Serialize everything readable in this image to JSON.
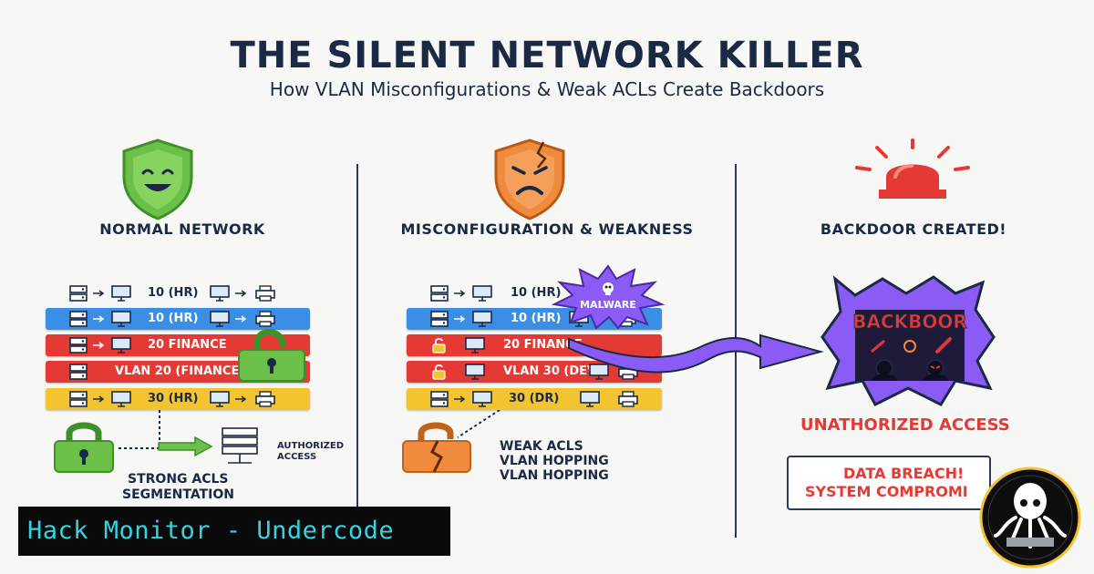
{
  "header": {
    "title": "THE SILENT NETWORK KILLER",
    "subtitle": "How VLAN Misconfigurations & Weak ACLs Create Backdoors"
  },
  "columns": [
    {
      "heading": "NORMAL NETWORK",
      "icon": "happy-shield-icon",
      "color": "#6cc04a",
      "rows": [
        {
          "label": "10 (HR)",
          "color": "none"
        },
        {
          "label": "10 (HR)",
          "color": "#3a8ee6"
        },
        {
          "label": "20 FINANCE",
          "color": "#e53935"
        },
        {
          "label": "VLAN 20 (FINANCE",
          "color": "#e53935"
        },
        {
          "label": "30 (HR)",
          "color": "#f4c430"
        }
      ],
      "flow_label": "AUTHORIZED\nACCESS",
      "caption": [
        "STRONG ACLS",
        "SEGMENTATION"
      ]
    },
    {
      "heading": "MISCONFIGURATION & WEAKNESS",
      "icon": "angry-cracked-shield-icon",
      "color": "#f08a3c",
      "rows": [
        {
          "label": "10 (HR)",
          "color": "none"
        },
        {
          "label": "10 (HR)",
          "color": "#3a8ee6"
        },
        {
          "label": "20 FINANCE",
          "color": "#e53935"
        },
        {
          "label": "VLAN 30 (DEV",
          "color": "#e53935"
        },
        {
          "label": "30 (DR)",
          "color": "#f4c430"
        }
      ],
      "malware_label": "MALWARE",
      "caption": [
        "WEAK ACLS",
        "VLAN HOPPING",
        "VLAN HOPPING"
      ]
    },
    {
      "heading": "BACKDOOR CREATED!",
      "icon": "siren-icon",
      "color": "#e53935",
      "backdoor_label": "BACKBOOR",
      "access_label": "UNATHORIZED ACCESS",
      "breach_lines": [
        "DATA BREACH!",
        "SYSTEM COMPROMI"
      ]
    }
  ],
  "banner": {
    "text": "Hack Monitor - Undercode"
  },
  "logo": {
    "icon": "octopus-logo-icon"
  },
  "colors": {
    "navy": "#1a2a44",
    "purple": "#8a5cf5",
    "banner_text": "#36d4e0"
  }
}
